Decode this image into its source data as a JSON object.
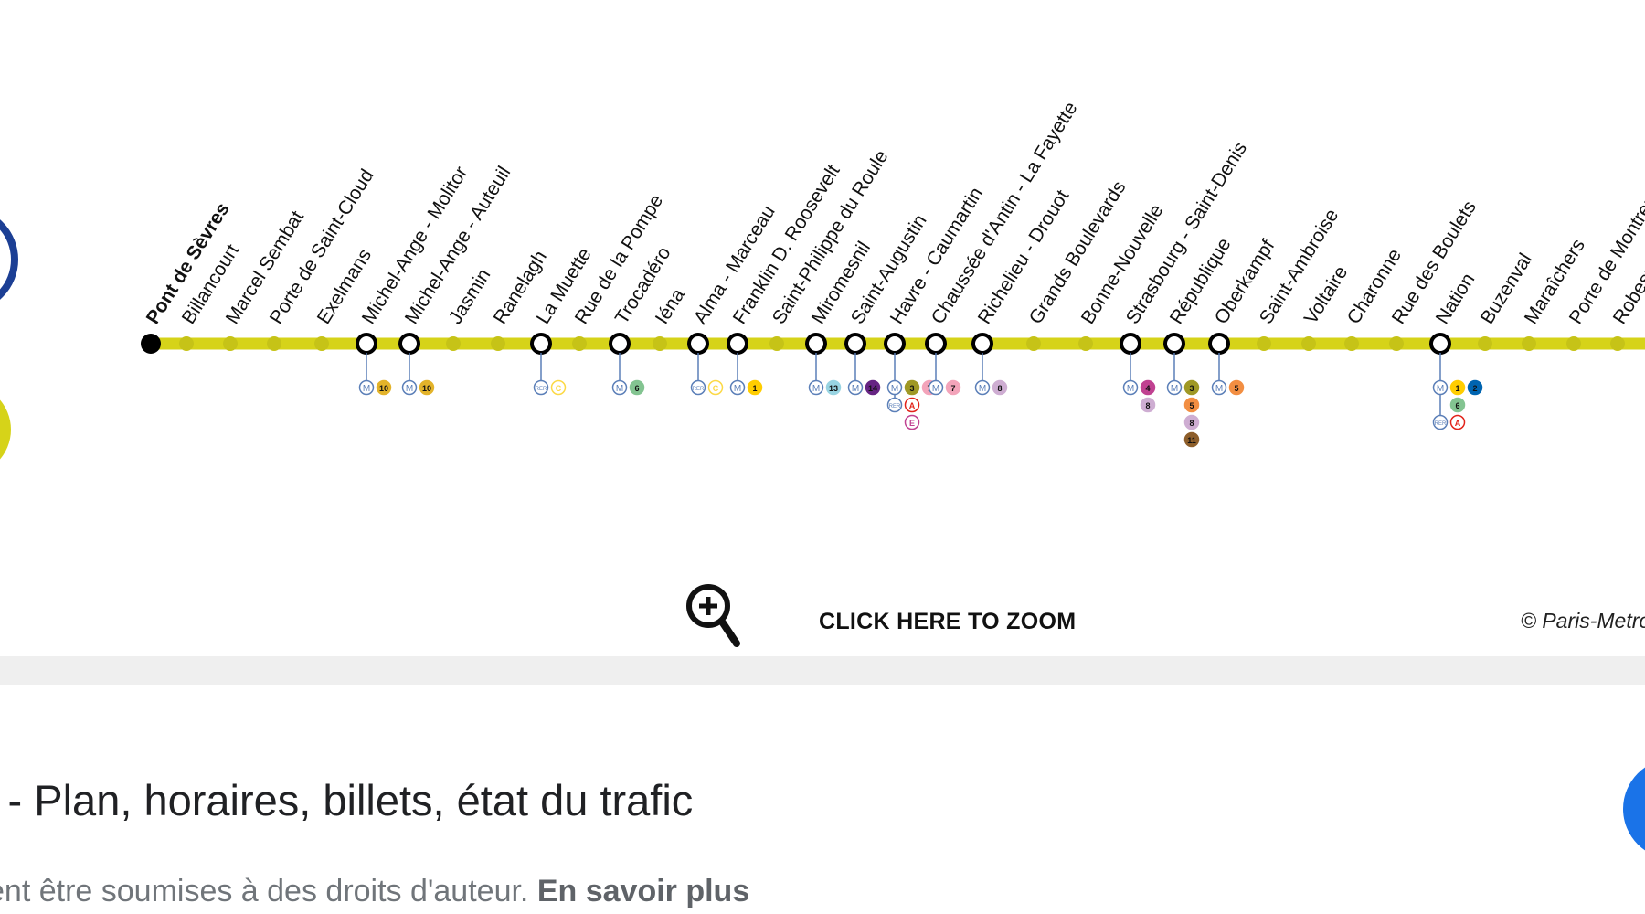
{
  "map": {
    "line_color": "#d6d319",
    "copyright": "© Paris-Metro",
    "zoom_label": "CLICK HERE TO ZOOM",
    "stations": [
      {
        "name": "Pont de Sèvres",
        "type": "terminus",
        "transfers": []
      },
      {
        "name": "Billancourt",
        "type": "stop",
        "transfers": []
      },
      {
        "name": "Marcel Sembat",
        "type": "stop",
        "transfers": []
      },
      {
        "name": "Porte de Saint-Cloud",
        "type": "stop",
        "transfers": []
      },
      {
        "name": "Exelmans",
        "type": "stop",
        "transfers": []
      },
      {
        "name": "Michel-Ange - Molitor",
        "type": "interchange",
        "transfers": [
          [
            "M",
            "10"
          ]
        ]
      },
      {
        "name": "Michel-Ange - Auteuil",
        "type": "interchange",
        "transfers": [
          [
            "M",
            "10"
          ]
        ]
      },
      {
        "name": "Jasmin",
        "type": "stop",
        "transfers": []
      },
      {
        "name": "Ranelagh",
        "type": "stop",
        "transfers": []
      },
      {
        "name": "La Muette",
        "type": "interchange",
        "transfers": [
          [
            "RER",
            "C"
          ]
        ]
      },
      {
        "name": "Rue de la Pompe",
        "type": "stop",
        "transfers": []
      },
      {
        "name": "Trocadéro",
        "type": "interchange",
        "transfers": [
          [
            "M",
            "6"
          ]
        ]
      },
      {
        "name": "Iéna",
        "type": "stop",
        "transfers": []
      },
      {
        "name": "Alma - Marceau",
        "type": "interchange",
        "transfers": [
          [
            "RER",
            "C"
          ]
        ]
      },
      {
        "name": "Franklin D. Roosevelt",
        "type": "interchange",
        "transfers": [
          [
            "M",
            "1"
          ]
        ]
      },
      {
        "name": "Saint-Philippe du Roule",
        "type": "stop",
        "transfers": []
      },
      {
        "name": "Miromesnil",
        "type": "interchange",
        "transfers": [
          [
            "M",
            "13"
          ]
        ]
      },
      {
        "name": "Saint-Augustin",
        "type": "interchange",
        "transfers": [
          [
            "M",
            "14"
          ]
        ]
      },
      {
        "name": "Havre - Caumartin",
        "type": "interchange",
        "transfers": [
          [
            "M",
            "3",
            "7"
          ],
          [
            "RER",
            "A"
          ],
          [
            "",
            "E"
          ]
        ]
      },
      {
        "name": "Chaussée d'Antin - La Fayette",
        "type": "interchange",
        "transfers": [
          [
            "M",
            "7"
          ]
        ]
      },
      {
        "name": "Richelieu - Drouot",
        "type": "interchange",
        "transfers": [
          [
            "M",
            "8"
          ]
        ]
      },
      {
        "name": "Grands Boulevards",
        "type": "stop",
        "transfers": []
      },
      {
        "name": "Bonne-Nouvelle",
        "type": "stop",
        "transfers": []
      },
      {
        "name": "Strasbourg - Saint-Denis",
        "type": "interchange",
        "transfers": [
          [
            "M",
            "4"
          ],
          [
            "",
            "8"
          ]
        ]
      },
      {
        "name": "République",
        "type": "interchange",
        "transfers": [
          [
            "M",
            "3"
          ],
          [
            "",
            "5"
          ],
          [
            "",
            "8"
          ],
          [
            "",
            "11"
          ]
        ]
      },
      {
        "name": "Oberkampf",
        "type": "interchange",
        "transfers": [
          [
            "M",
            "5"
          ]
        ]
      },
      {
        "name": "Saint-Ambroise",
        "type": "stop",
        "transfers": []
      },
      {
        "name": "Voltaire",
        "type": "stop",
        "transfers": []
      },
      {
        "name": "Charonne",
        "type": "stop",
        "transfers": []
      },
      {
        "name": "Rue des Boulets",
        "type": "stop",
        "transfers": []
      },
      {
        "name": "Nation",
        "type": "interchange",
        "transfers": [
          [
            "M",
            "1",
            "2"
          ],
          [
            "",
            "6"
          ],
          [
            "RER",
            "A"
          ]
        ]
      },
      {
        "name": "Buzenval",
        "type": "stop",
        "transfers": []
      },
      {
        "name": "Maraîchers",
        "type": "stop",
        "transfers": []
      },
      {
        "name": "Porte de Montreuil",
        "type": "stop",
        "transfers": []
      },
      {
        "name": "Robespierre",
        "type": "stop",
        "transfers": []
      }
    ],
    "line_badge_colors": {
      "1": "#ffcd00",
      "2": "#0064b0",
      "3": "#9f9825",
      "4": "#c04191",
      "5": "#f28e42",
      "6": "#83c491",
      "7": "#f3a4ba",
      "8": "#ceadd2",
      "10": "#e3b32a",
      "11": "#8d5e2a",
      "13": "#98d4e2",
      "14": "#662483",
      "A": "#e2231a",
      "C": "#fcd946",
      "E": "#c04191"
    }
  },
  "result": {
    "title": "s - Plan, horaires, billets, état du trafic",
    "notice_text": "ent être soumises à des droits d'auteur. ",
    "notice_link": "En savoir plus"
  }
}
